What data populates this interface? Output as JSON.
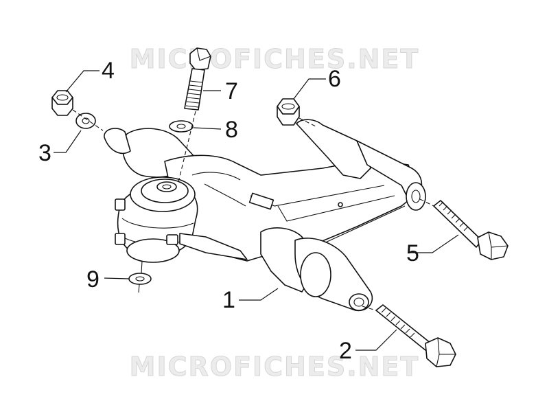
{
  "watermark": {
    "top": "MICROFICHES.NET",
    "bottom": "MICROFICHES.NET"
  },
  "callouts": [
    "1",
    "2",
    "3",
    "4",
    "5",
    "6",
    "7",
    "8",
    "9"
  ]
}
